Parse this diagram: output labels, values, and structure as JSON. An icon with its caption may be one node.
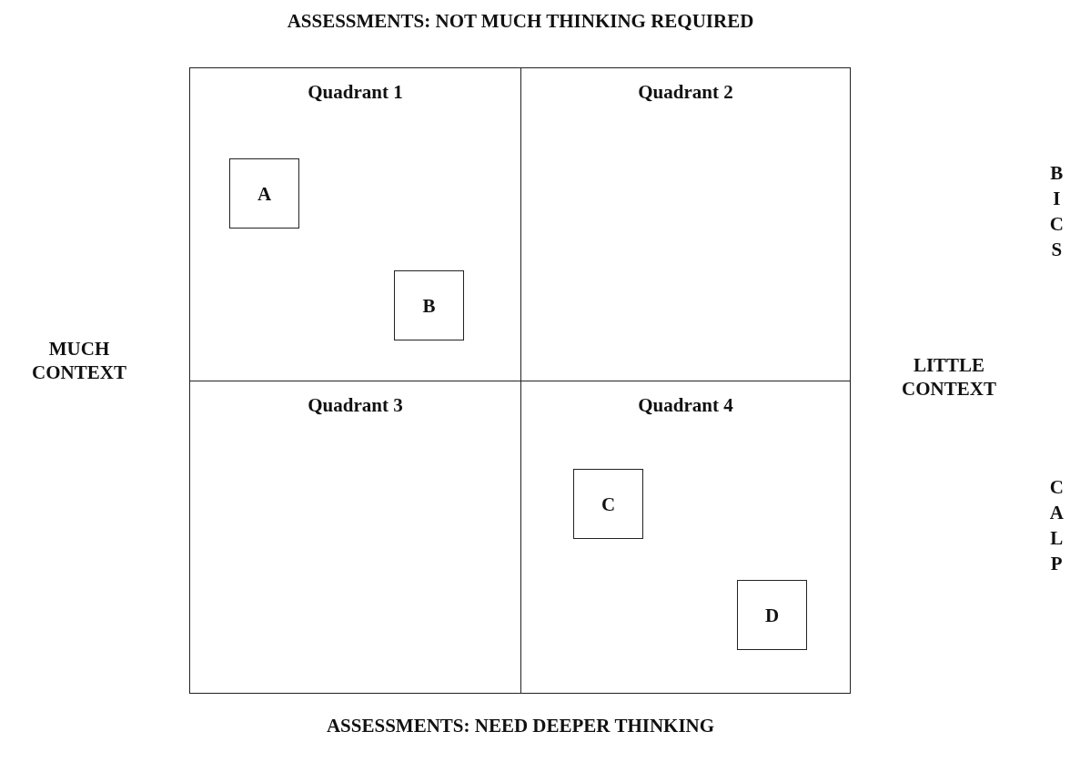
{
  "diagram": {
    "nodes": [
      {
        "text": [
          "Quadrant 1"
        ]
      },
      {
        "text": [
          "A"
        ],
        "in": 0
      },
      {
        "text": [
          "B"
        ],
        "in": 0
      },
      {
        "text": [
          "Quadrant 2"
        ]
      },
      {
        "text": [
          "Quadrant 3"
        ]
      },
      {
        "text": [
          "Quadrant 4"
        ]
      },
      {
        "text": [
          "C"
        ],
        "in": 5
      },
      {
        "text": [
          "D"
        ],
        "in": 5
      }
    ],
    "labels": [
      "ASSESSMENTS: NOT MUCH THINKING REQUIRED",
      "BICS",
      "MUCH CONTEXT",
      "LITTLE CONTEXT",
      "CALP",
      "ASSESSMENTS: NEED DEEPER THINKING"
    ]
  }
}
